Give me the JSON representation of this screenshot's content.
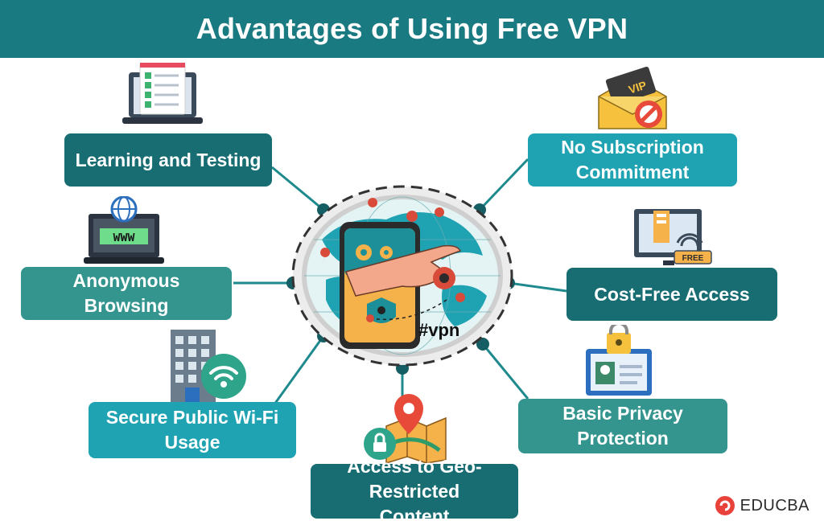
{
  "title": "Advantages of Using Free VPN",
  "center": {
    "hashtag": "#vpn"
  },
  "items": {
    "learning": "Learning and Testing",
    "anonymous": "Anonymous Browsing",
    "wifi": "Secure Public Wi-Fi Usage",
    "geo": "Access to Geo-Restricted Content",
    "privacy": "Basic Privacy Protection",
    "costfree": "Cost-Free Access",
    "nosub": "No Subscription Commitment"
  },
  "icon_text": {
    "www": "WWW",
    "vip": "VIP",
    "free": "FREE"
  },
  "brand": {
    "name": "EDUCBA"
  },
  "colors": {
    "dark_teal": "#176d72",
    "mid_teal": "#34958f",
    "light_teal": "#1fa3b3",
    "header": "#1a7a82"
  }
}
